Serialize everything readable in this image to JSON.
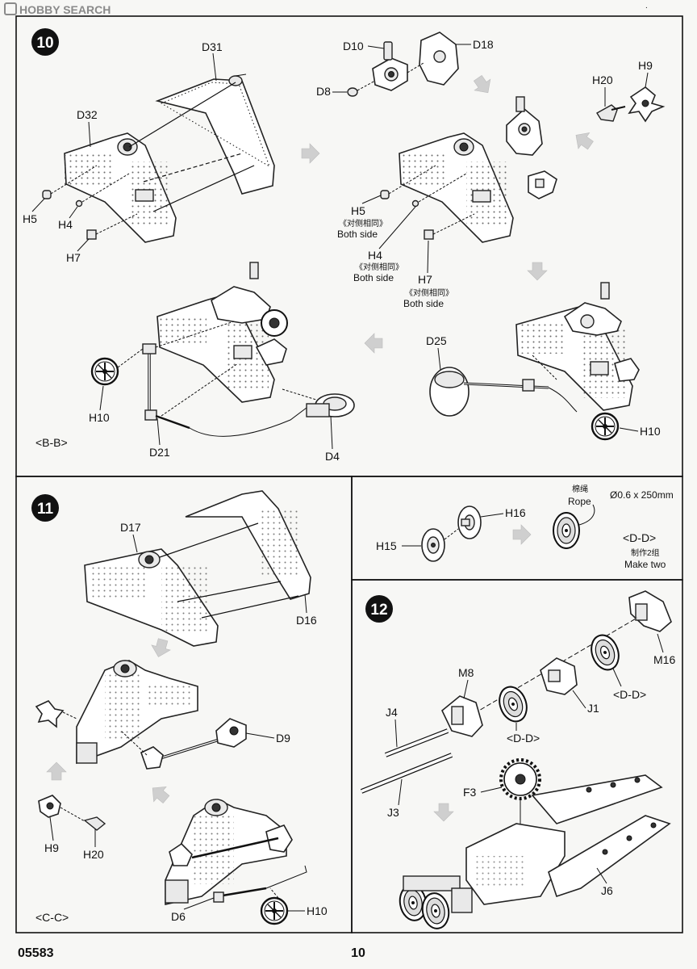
{
  "watermark": "HOBBY SEARCH",
  "footer": {
    "code": "05583",
    "page": "10"
  },
  "steps": {
    "s10": {
      "number": "10",
      "section_tag": "<B-B>",
      "labels": {
        "D31": "D31",
        "D32": "D32",
        "H5": "H5",
        "H4": "H4",
        "H7": "H7",
        "D10": "D10",
        "D18": "D18",
        "D8": "D8",
        "H20": "H20",
        "H9": "H9",
        "H5b": "H5",
        "H4b": "H4",
        "H7b": "H7",
        "H10a": "H10",
        "D21": "D21",
        "D4": "D4",
        "D25": "D25",
        "H10b": "H10"
      },
      "note_cn": "《对侧相同》",
      "note_en": "Both side"
    },
    "s11": {
      "number": "11",
      "section_tag": "<C-C>",
      "labels": {
        "D17": "D17",
        "D16": "D16",
        "D9": "D9",
        "H9": "H9",
        "H20": "H20",
        "D6": "D6",
        "H10": "H10"
      }
    },
    "sDD": {
      "labels": {
        "H15": "H15",
        "H16": "H16"
      },
      "rope_cn": "棉绳",
      "rope_en": "Rope",
      "rope_spec": "Ø0.6 x 250mm",
      "section_tag": "<D-D>",
      "make_cn": "制作2组",
      "make_en": "Make two"
    },
    "s12": {
      "number": "12",
      "labels": {
        "M16": "M16",
        "M8": "M8",
        "J1": "J1",
        "J4": "J4",
        "DD1": "<D-D>",
        "DD2": "<D-D>",
        "F3": "F3",
        "J3": "J3",
        "J6": "J6"
      }
    }
  }
}
